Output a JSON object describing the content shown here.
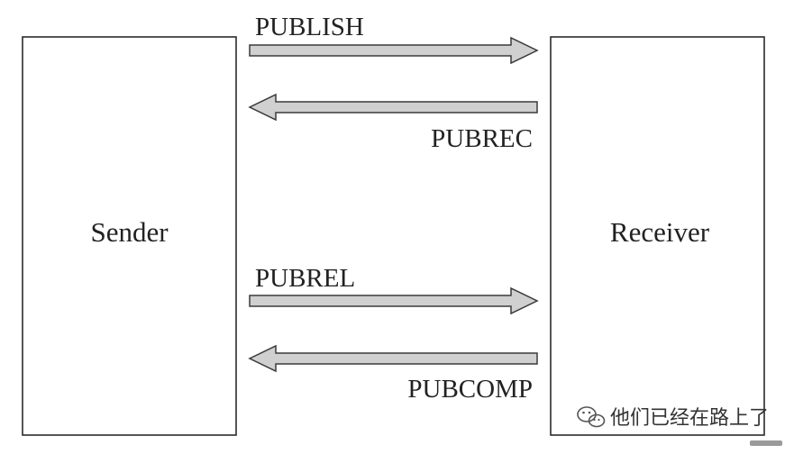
{
  "participants": {
    "sender": {
      "label": "Sender"
    },
    "receiver": {
      "label": "Receiver"
    }
  },
  "messages": [
    {
      "label": "PUBLISH",
      "direction": "sender-to-receiver"
    },
    {
      "label": "PUBREC",
      "direction": "receiver-to-sender"
    },
    {
      "label": "PUBREL",
      "direction": "sender-to-receiver"
    },
    {
      "label": "PUBCOMP",
      "direction": "receiver-to-sender"
    }
  ],
  "colors": {
    "arrow_fill": "#d0d0d0",
    "outline": "#2b2b2b"
  },
  "watermark": {
    "text": "他们已经在路上了",
    "icon": "wechat-icon"
  }
}
